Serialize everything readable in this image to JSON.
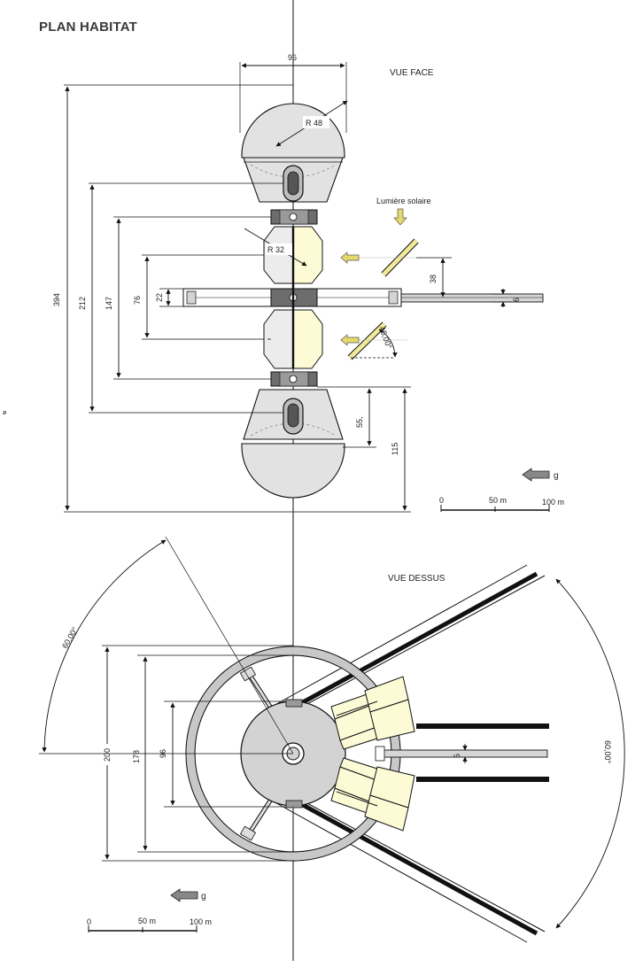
{
  "title": "PLAN HABITAT",
  "front_view": {
    "label": "VUE FACE",
    "sunlight_label": "Lumière solaire",
    "dims": {
      "width_top": "96",
      "radius_top": "R 48",
      "radius_mid": "R 32",
      "total_height": "394",
      "h212": "212",
      "h147": "147",
      "h76": "76",
      "h22": "22",
      "h38": "38",
      "h6": "6",
      "h55": "55,",
      "h115": "115",
      "angle": "45,00°"
    },
    "gravity_label": "g",
    "scale": {
      "zero": "0",
      "mid": "50 m",
      "end": "100 m"
    }
  },
  "top_view": {
    "label": "VUE DESSUS",
    "dims": {
      "d200": "200",
      "d178": "178",
      "d96": "96",
      "d6": "6",
      "angle_left": "60,00°",
      "angle_right": "60,00°"
    },
    "gravity_label": "g",
    "scale": {
      "zero": "0",
      "mid": "50 m",
      "end": "100 m"
    }
  },
  "margin_mark": "ø",
  "colors": {
    "line": "#111111",
    "light_gray": "#e2e2e2",
    "mid_gray": "#bdbdbd",
    "dark_gray": "#6d6d6d",
    "cream": "#fdfbd6",
    "arrow_yellow": "#e6d96a",
    "panel_yellow": "#f1ea9a"
  }
}
